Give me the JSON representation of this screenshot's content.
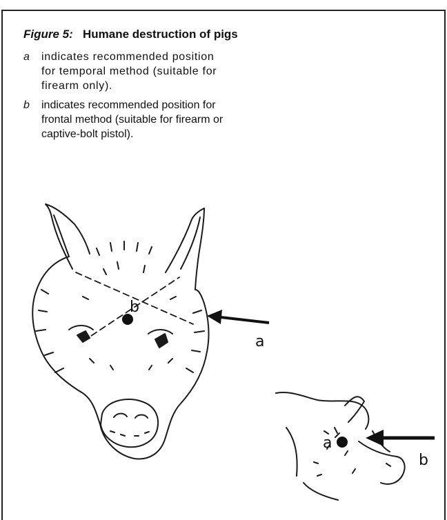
{
  "figure": {
    "number": "Figure 5:",
    "title": "Humane destruction of pigs",
    "items": [
      {
        "key": "a",
        "text": "indicates recommended position for temporal method (suitable for firearm only)."
      },
      {
        "key": "b",
        "text": "indicates recommended position for frontal method (suitable for firearm or captive-bolt pistol)."
      }
    ]
  },
  "drawing": {
    "front_head": {
      "point_label": "b",
      "arrow_label": "a"
    },
    "side_head": {
      "point_label": "a",
      "arrow_label": "b"
    }
  }
}
